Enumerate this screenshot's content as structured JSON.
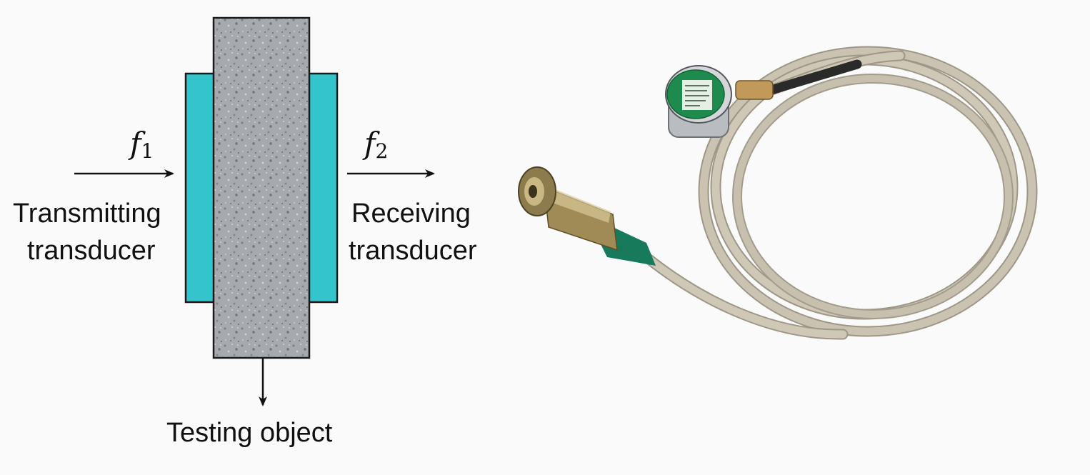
{
  "diagram": {
    "input_signal": {
      "symbol": "f",
      "subscript": "1"
    },
    "output_signal": {
      "symbol": "f",
      "subscript": "2"
    },
    "transmitting_label": [
      "Transmitting",
      "transducer"
    ],
    "receiving_label": [
      "Receiving",
      "transducer"
    ],
    "object_label": "Testing object"
  },
  "colors": {
    "transducer": "#34c5cc",
    "object": "#a4a7ac",
    "outline": "#1a1a1a",
    "cable": "#c5bdaa",
    "sensor_face": "#1f8a4e",
    "connector": "#a08a55"
  },
  "photo": {
    "subject": "ultrasonic transducer with coiled cable and connector"
  }
}
